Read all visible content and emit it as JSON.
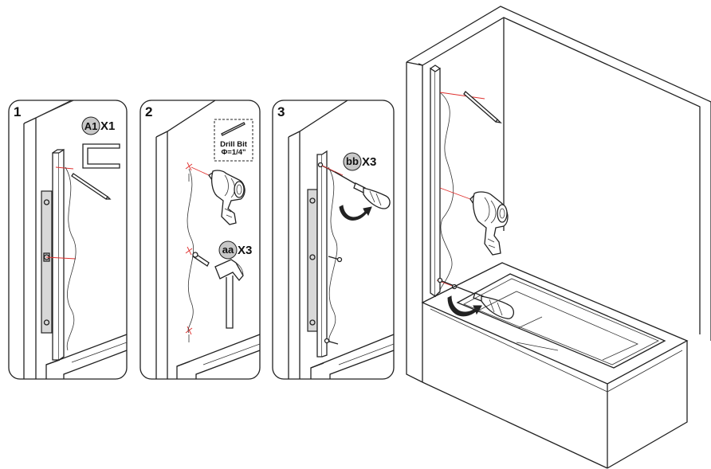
{
  "colors": {
    "line": "#222222",
    "guide": "#e0312f",
    "badge_fill": "#c8c8c8",
    "profile_fill": "#d8d8d8"
  },
  "panels": [
    {
      "number": "1",
      "badge": "A1",
      "qty": "X1"
    },
    {
      "number": "2",
      "bit_title": "Drill Bit",
      "bit_size": "Φ=1/4\"",
      "badge": "aa",
      "qty": "X3"
    },
    {
      "number": "3",
      "badge": "bb",
      "qty": "X3"
    }
  ],
  "icons": [
    "wall-profile-icon",
    "drill-icon",
    "hammer-icon",
    "screwdriver-icon",
    "rotate-arrow-icon",
    "drill-bit-icon",
    "anchor-plug-icon",
    "screw-icon",
    "bathtub-icon"
  ]
}
